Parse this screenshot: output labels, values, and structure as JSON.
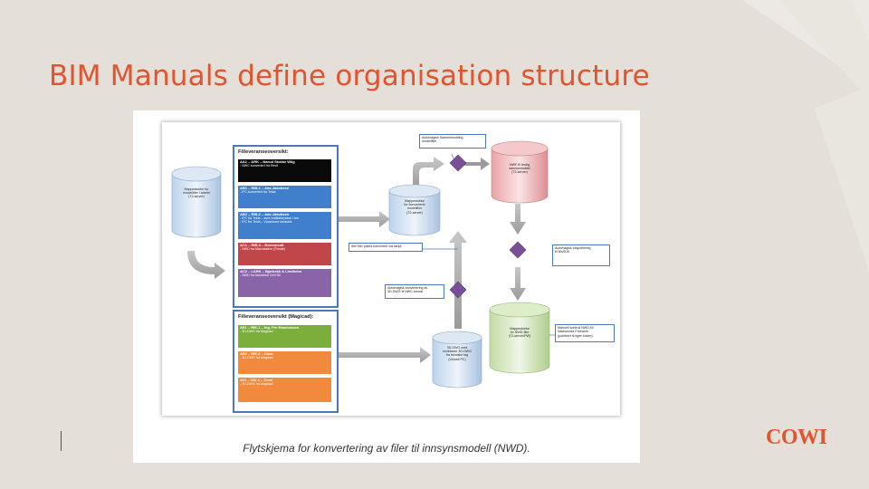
{
  "slide": {
    "title": "BIM Manuals define organisation structure",
    "logo": "COWI",
    "caption": "Flytskjema for konvertering av filer til innsynsmodell (NWD)."
  },
  "colors": {
    "accent": "#e0542e",
    "background": "#e4dfd9",
    "panel_border": "#4a78b8"
  },
  "diagram": {
    "cylinders": {
      "work": [
        "Mappestuktur for",
        "modellfiler i arbeid",
        "(T2-server)"
      ],
      "converted": [
        "Mappestuktur",
        "for konverterte",
        "modellfiler",
        "(T2-server)"
      ],
      "nwf": [
        "NWF-fil ferdig",
        "sammenkoblet",
        "(T2-server)"
      ],
      "dwg": [
        "3D-DWG med",
        "innlinkede 3D-DWG",
        "fra tekniske fag",
        "(Virtuell PC)"
      ],
      "nwd": [
        "Mappestuktur",
        "for NWD-filer",
        "(T2-server/PW)"
      ]
    },
    "panel1": {
      "title": "Filleveranseoversikt:",
      "rows": [
        {
          "head": "AA1 – ARK – Narud Stokke Wiig",
          "lines": [
            "- NWC konvertert fra Revit"
          ],
          "color": "#0a0a0a"
        },
        {
          "head": "AB1 – RIB-1 – Aas-Jakobsen",
          "lines": [
            "- IFC konvertert fra Tekla"
          ],
          "color": "#3f7fcb"
        },
        {
          "head": "AB2 – RIB-2 – Aas-Jakobsen",
          "lines": [
            "- IFC fra Tekla – øvre trafikkforplass / bro",
            "- IFC fra Tekla – Voramurer landside"
          ],
          "color": "#3f7fcb"
        },
        {
          "head": "AC1 – RIB-3 – Norconsult",
          "lines": [
            "- NWD fra Microstation (Ponde)"
          ],
          "color": "#c0464a"
        },
        {
          "head": "AC2 – LARK – Bjørbekk & Lindheim",
          "lines": [
            "- NWD fra Autodesk Civil 3D"
          ],
          "color": "#8a64a8"
        }
      ]
    },
    "panel2": {
      "title": "Filleveranseoversikt (Magicad):",
      "rows": [
        {
          "head": "AE1 – RIE-1 – Ing. Per Rasmussen",
          "lines": [
            "- 3D-DWG fra Magicad"
          ],
          "color": "#7cae3c"
        },
        {
          "head": "AE2 – RIE-2 – Cowi",
          "lines": [
            "- 3D-DWG fra Magicad"
          ],
          "color": "#f18a3c"
        },
        {
          "head": "AV1 – RIV-1 – Cowi",
          "lines": [
            "- 3D-DWG fra Magicad"
          ],
          "color": "#f18a3c"
        }
      ]
    },
    "notes": {
      "merge": [
        "Automagisk Sammenkobling",
        "modellfiler"
      ],
      "export": [
        "Automagisk eksportering",
        "til NWD-fil"
      ],
      "script": [
        "Alle filer pakes konvertert via skript"
      ],
      "convert": [
        "Automagisk konvertering av",
        "3D-DWG til NWC-format"
      ],
      "manual": [
        "Manuell kontroll NWD-fil i",
        "Navisworks Freedom",
        "(publisert til egen folder)"
      ]
    }
  }
}
